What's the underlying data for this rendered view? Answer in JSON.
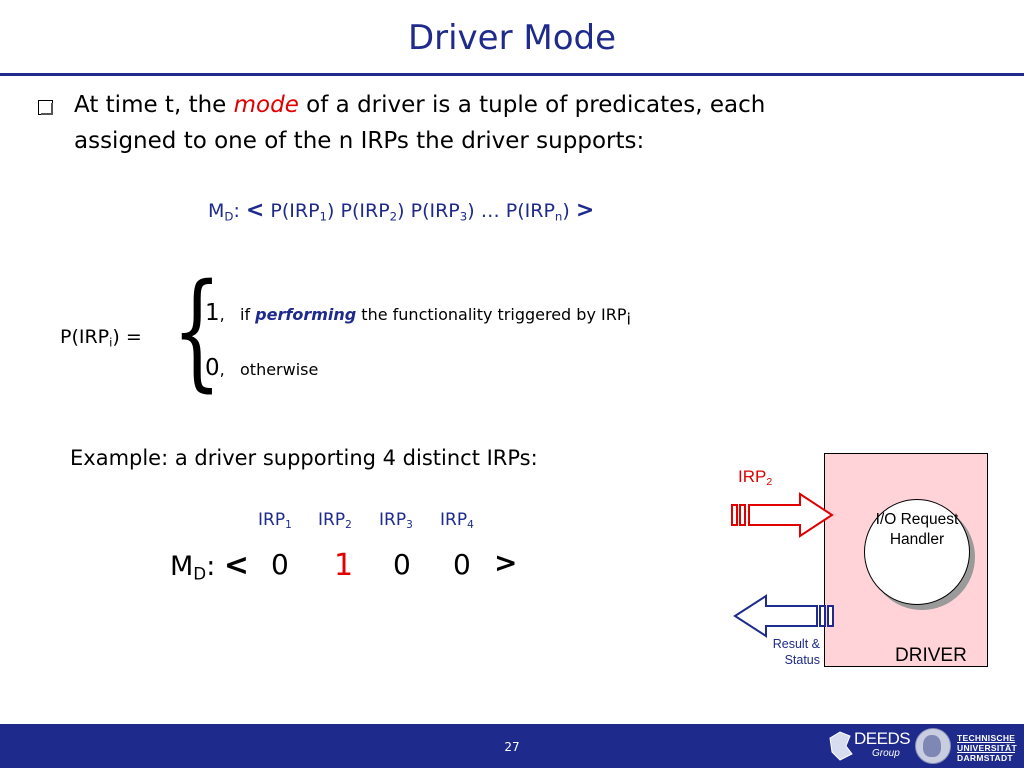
{
  "slide": {
    "title": "Driver Mode",
    "page_number": "27"
  },
  "bullet": {
    "line1_pre": "At time t, the ",
    "line1_em": "mode",
    "line1_post": " of a driver is a tuple of predicates, each",
    "line2": "assigned to one of the n IRPs the driver supports:"
  },
  "mode_formula": {
    "m": "M",
    "m_sub": "D",
    "colon": ":",
    "lt": "<",
    "p1": "P(IRP",
    "s1": "1",
    "c1": ")",
    "p2": "P(IRP",
    "s2": "2",
    "c2": ")",
    "p3": "P(IRP",
    "s3": "3",
    "c3": ")",
    "ellipsis": "…",
    "pn": "P(IRP",
    "sn": "n",
    "cn": ")",
    "gt": ">"
  },
  "predicate": {
    "lhs": "P(IRP",
    "lhs_sub": "i",
    "lhs_post": ") =",
    "brace": "{",
    "case1_value": "1",
    "case1_comma": ",",
    "case1_if": "if",
    "case1_em": "performing",
    "case1_rest": " the functionality triggered by IRP",
    "case1_sub": "i",
    "case2_value": "0",
    "case2_comma": ",",
    "case2_text": "otherwise"
  },
  "example": {
    "text": "Example: a driver supporting 4 distinct IRPs:",
    "irp_prefix": "IRP",
    "irp_subs": [
      "1",
      "2",
      "3",
      "4"
    ],
    "md": "M",
    "md_sub": "D",
    "colon": ":",
    "lt": "<",
    "gt": ">",
    "values": [
      "0",
      "1",
      "0",
      "0"
    ]
  },
  "diagram": {
    "driver_label": "DRIVER",
    "handler_label": "I/O Request Handler",
    "irp_in_label": "IRP",
    "irp_in_sub": "2",
    "result_label": "Result & Status"
  },
  "footer": {
    "logo_deeds": "DEEDS",
    "logo_group": "Group",
    "university_lines": [
      "TECHNISCHE",
      "UNIVERSITÄT",
      "DARMSTADT"
    ]
  },
  "colors": {
    "accent_blue": "#1e2a8c",
    "highlight_red": "#e00000",
    "driver_fill": "#ffd3d8"
  }
}
